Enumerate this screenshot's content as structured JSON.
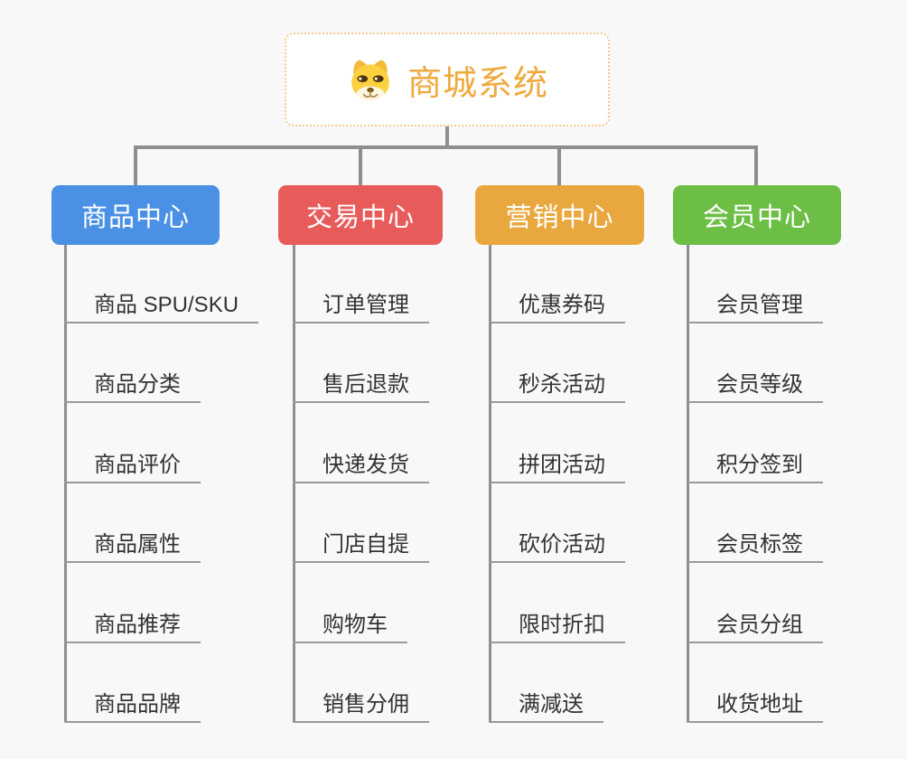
{
  "root": {
    "title": "商城系统",
    "icon": "dog-face-icon"
  },
  "branches": [
    {
      "label": "商品中心",
      "color": "#4a90e4",
      "items": [
        "商品 SPU/SKU",
        "商品分类",
        "商品评价",
        "商品属性",
        "商品推荐",
        "商品品牌"
      ]
    },
    {
      "label": "交易中心",
      "color": "#e75c5b",
      "items": [
        "订单管理",
        "售后退款",
        "快递发货",
        "门店自提",
        "购物车",
        "销售分佣"
      ]
    },
    {
      "label": "营销中心",
      "color": "#e9a83f",
      "items": [
        "优惠券码",
        "秒杀活动",
        "拼团活动",
        "砍价活动",
        "限时折扣",
        "满减送"
      ]
    },
    {
      "label": "会员中心",
      "color": "#6cbe45",
      "items": [
        "会员管理",
        "会员等级",
        "积分签到",
        "会员标签",
        "会员分组",
        "收货地址"
      ]
    }
  ],
  "colors": {
    "background": "#f8f8f8",
    "connector": "#8e8e8e",
    "item_line": "#999999",
    "item_text": "#333333",
    "root_border": "#f6c98b",
    "root_text": "#f0a93d"
  }
}
